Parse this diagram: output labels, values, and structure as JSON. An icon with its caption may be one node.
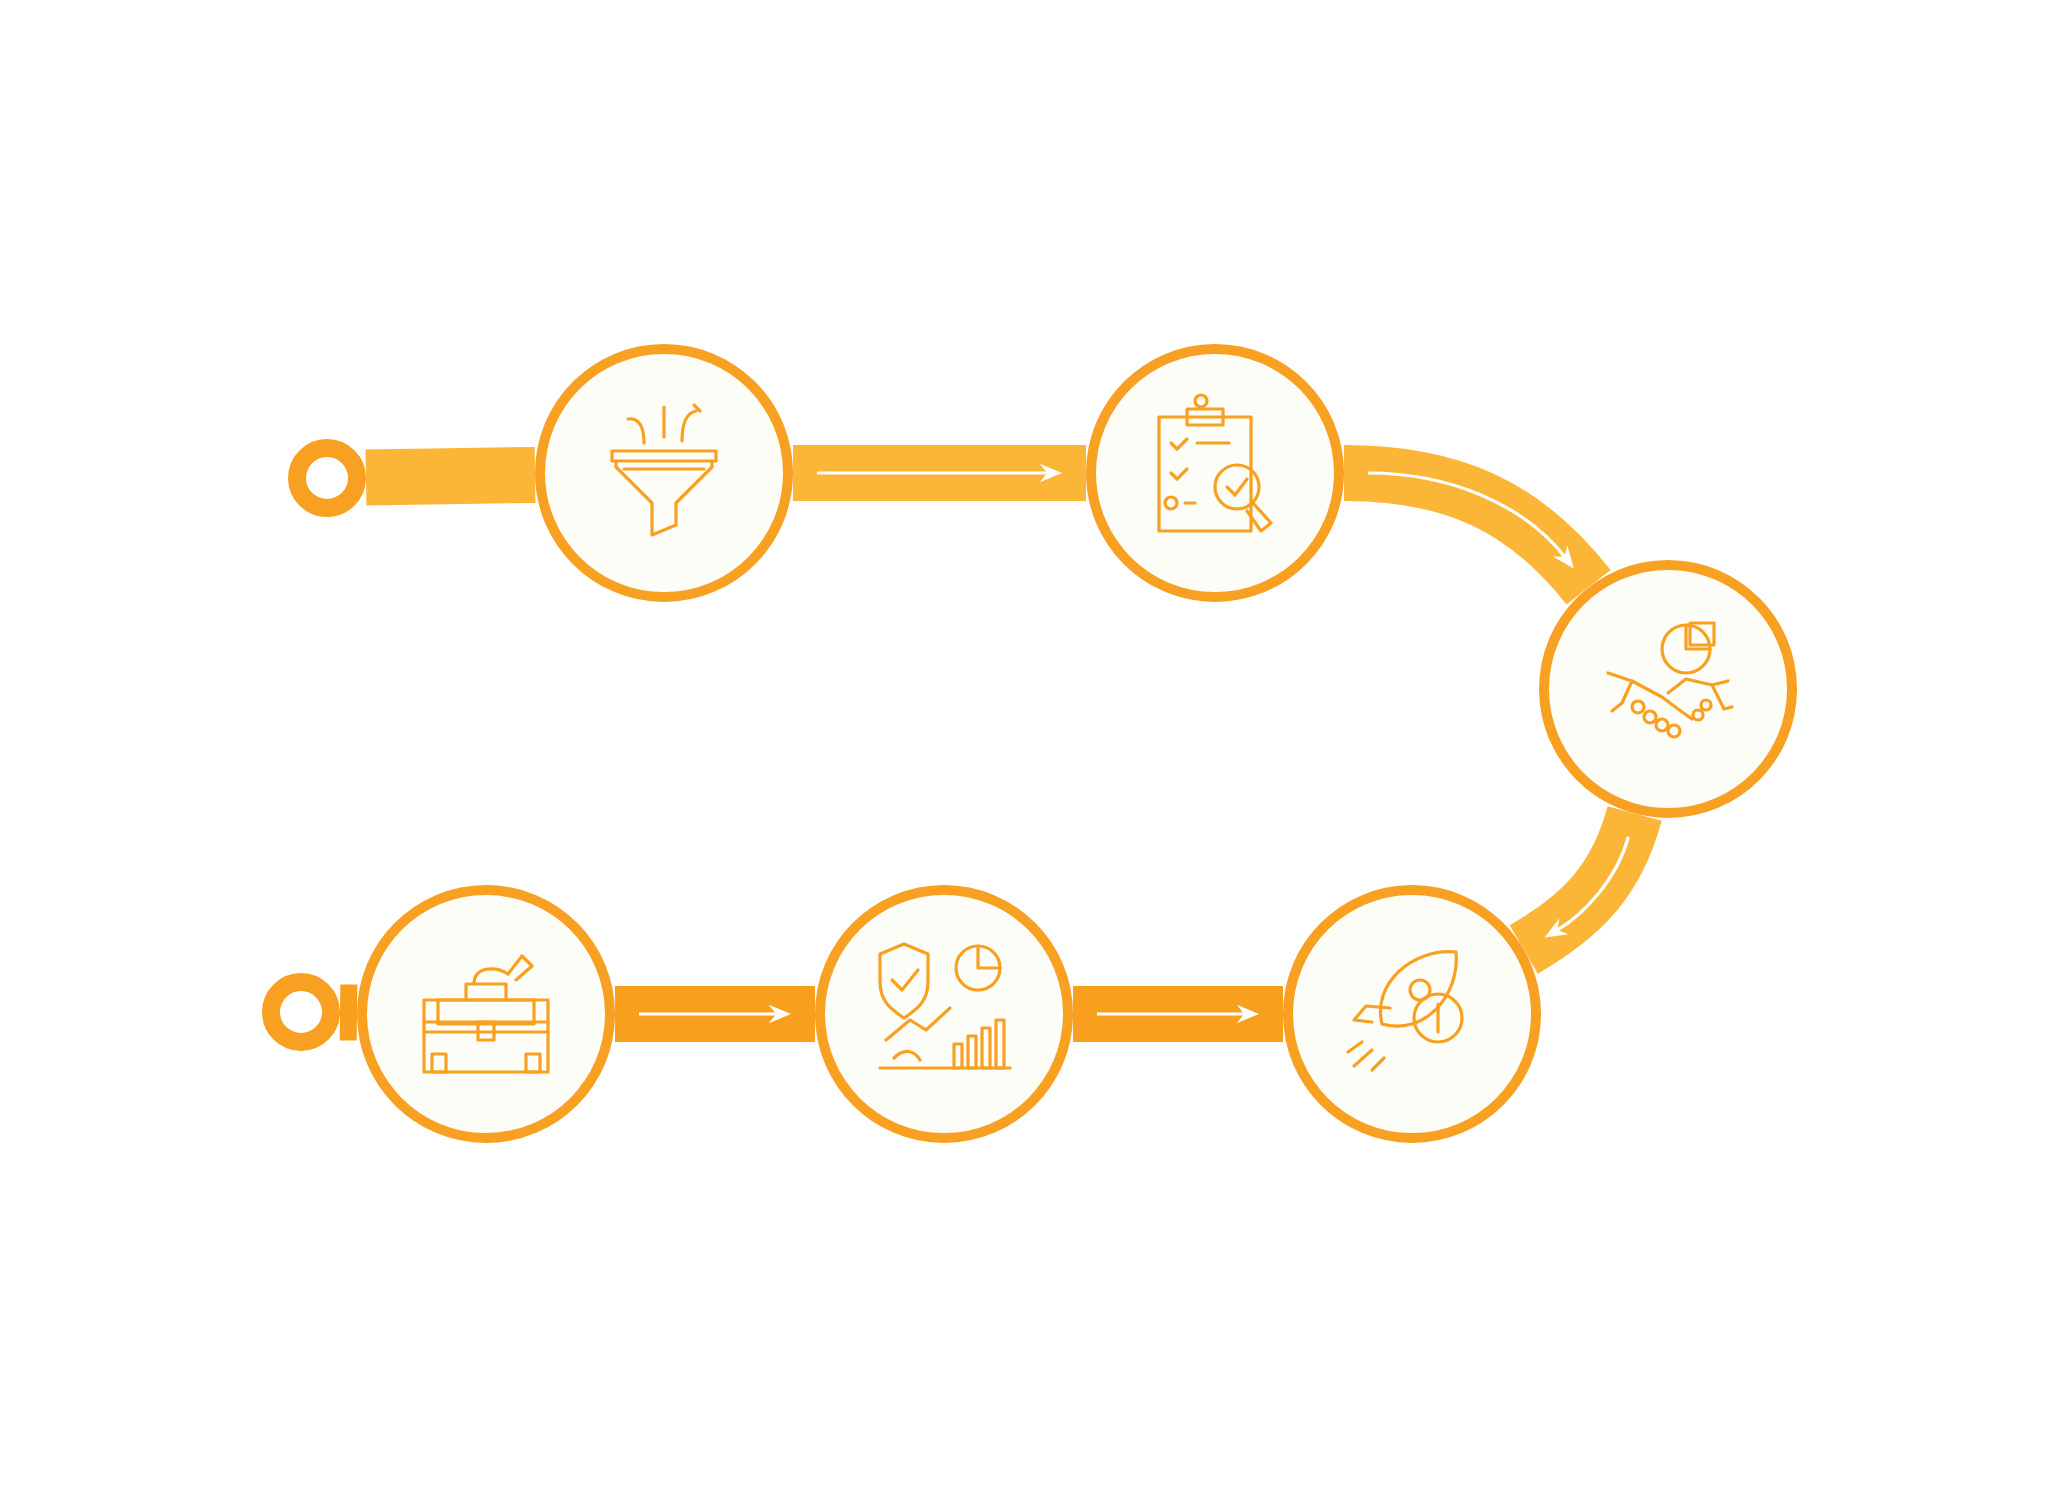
{
  "diagram": {
    "nodes": [
      {
        "text": [],
        "shape": "circle"
      },
      {
        "text": [],
        "shape": "circle"
      },
      {
        "text": [],
        "shape": "circle"
      },
      {
        "text": [],
        "shape": "circle"
      },
      {
        "text": [],
        "shape": "circle"
      },
      {
        "text": [],
        "shape": "circle"
      },
      {
        "text": [],
        "shape": "circle"
      },
      {
        "text": [],
        "shape": "circle"
      }
    ],
    "edges": [
      {
        "from": 0,
        "to": 1,
        "arrow": "none"
      },
      {
        "from": 1,
        "to": 2,
        "arrow": "to"
      },
      {
        "from": 2,
        "to": 3,
        "arrow": "to"
      },
      {
        "from": 3,
        "to": 7,
        "arrow": "to"
      },
      {
        "from": 4,
        "to": 5,
        "arrow": "none",
        "color": "#f8a01e"
      },
      {
        "from": 5,
        "to": 6,
        "arrow": "to",
        "color": "#f8a01e"
      },
      {
        "from": 6,
        "to": 7,
        "arrow": "to",
        "color": "#f8a01e"
      }
    ]
  }
}
